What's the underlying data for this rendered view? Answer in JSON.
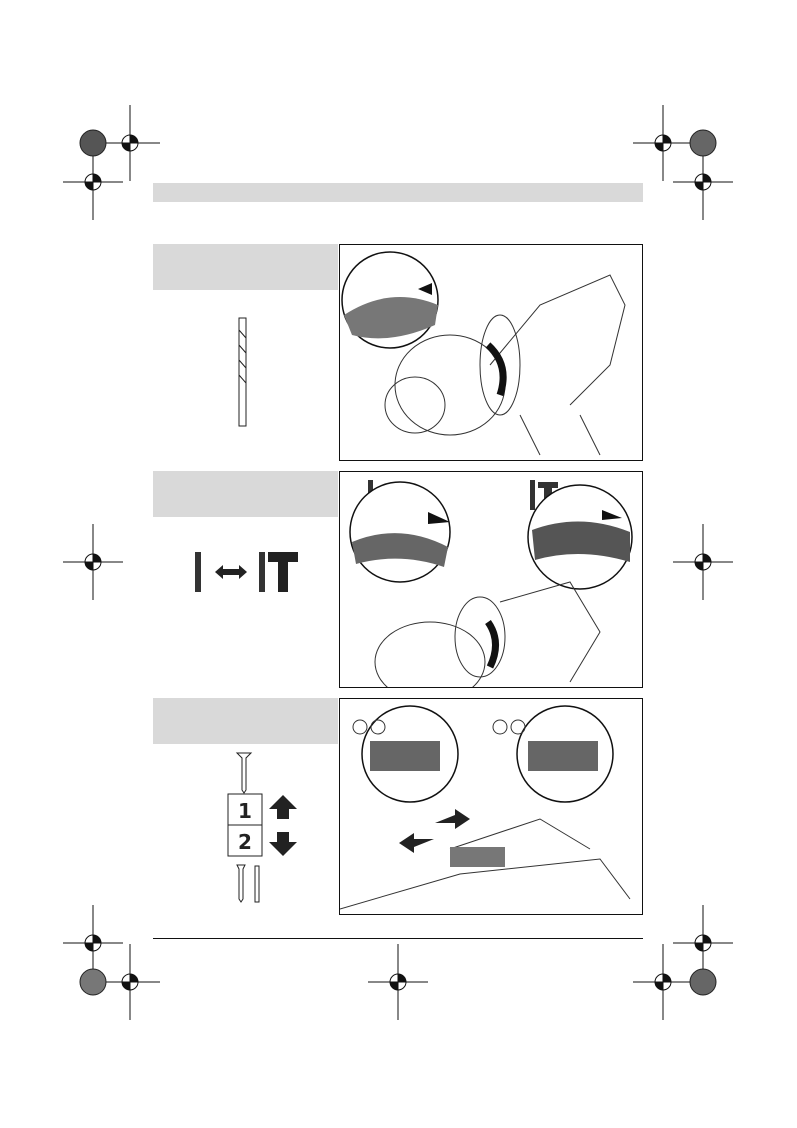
{
  "document": {
    "sections": [
      {
        "icon": "drill-bit-icon",
        "figure": "drill-chuck-mode-ring"
      },
      {
        "icon": "drill-hammer-toggle-icon",
        "figure": "drill-hammer-mode-selector"
      },
      {
        "icon": "gear-selector-icon",
        "figure": "gear-switch-slider",
        "gears": [
          {
            "label": "1",
            "direction": "up"
          },
          {
            "label": "2",
            "direction": "down"
          }
        ]
      }
    ],
    "colors": {
      "label_bar": "#d9d9d9",
      "border": "#111111"
    }
  }
}
